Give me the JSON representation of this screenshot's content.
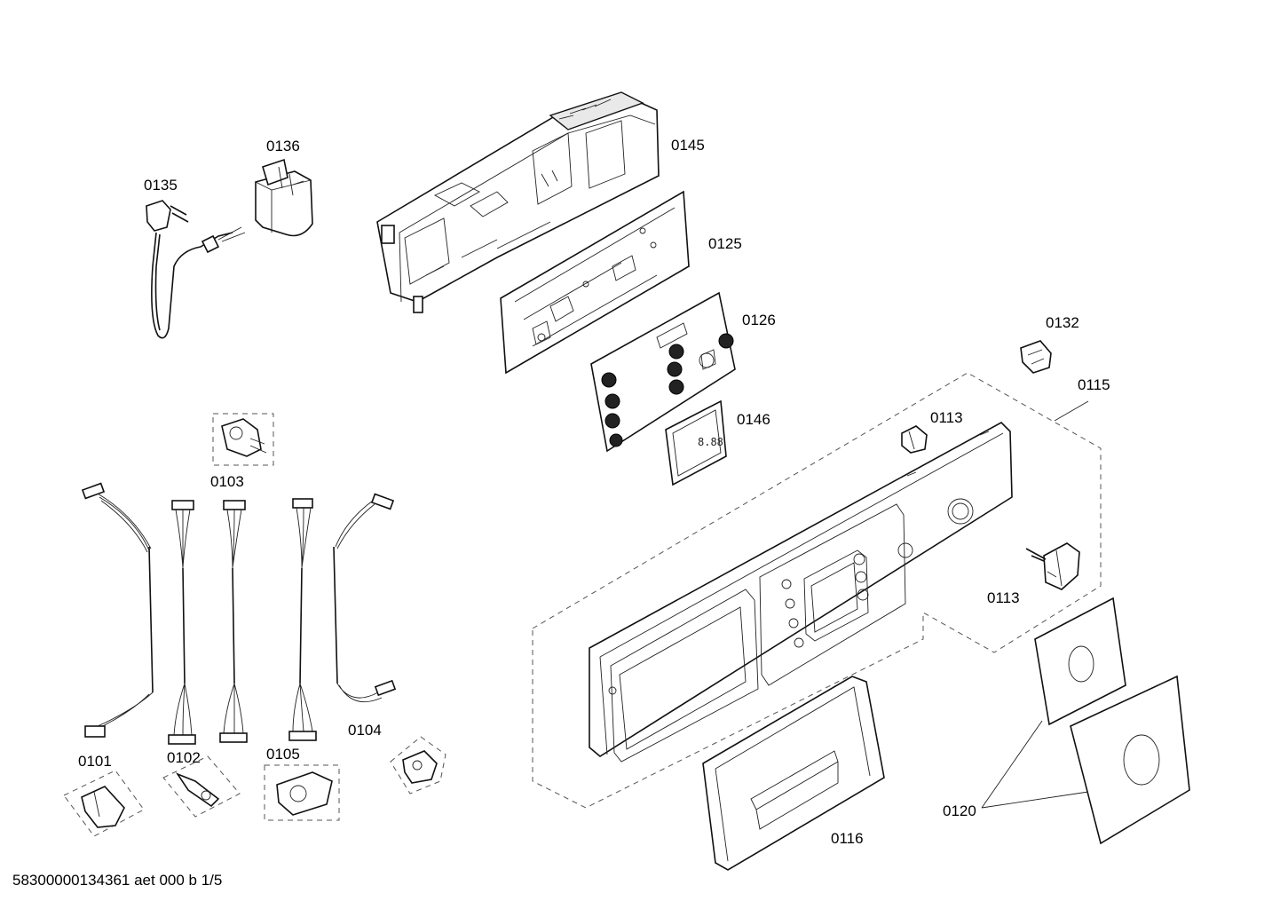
{
  "labels": {
    "p0101": "0101",
    "p0102": "0102",
    "p0103": "0103",
    "p0104": "0104",
    "p0105": "0105",
    "p0113a": "0113",
    "p0113b": "0113",
    "p0115": "0115",
    "p0116": "0116",
    "p0120": "0120",
    "p0125": "0125",
    "p0126": "0126",
    "p0132": "0132",
    "p0135": "0135",
    "p0136": "0136",
    "p0145": "0145",
    "p0146": "0146"
  },
  "footer": {
    "text": "58300000134361 aet 000 b 1/5"
  }
}
